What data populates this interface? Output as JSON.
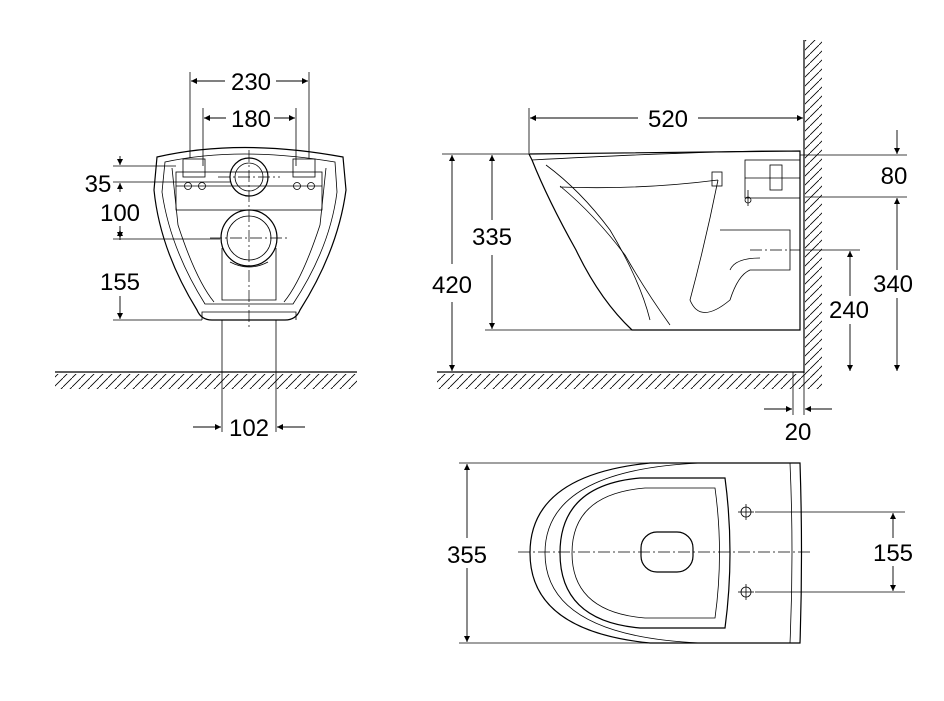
{
  "diagram": {
    "front_view": {
      "width_outer": "230",
      "width_inner": "180",
      "height_top": "35",
      "height_mid": "100",
      "height_low": "155",
      "width_bottom": "102"
    },
    "side_view": {
      "length": "520",
      "bowl_height": "335",
      "total_height": "420",
      "top_offset": "80",
      "bracket_height": "340",
      "outlet_height": "240",
      "wall_gap": "20"
    },
    "top_view": {
      "width": "355",
      "bolt_spacing": "155"
    }
  }
}
